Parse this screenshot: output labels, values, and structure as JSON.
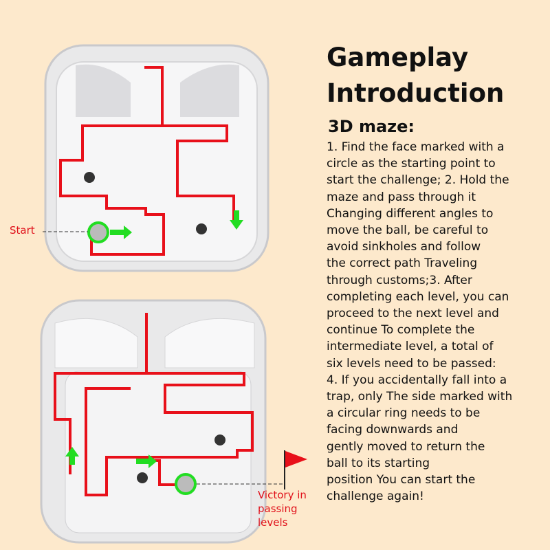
{
  "heading": {
    "line1": "Gameplay",
    "line2": "Introduction"
  },
  "subheading": "3D maze:",
  "body_lines": [
    "1. Find the face marked with a",
    "circle as the starting point to",
    "start the challenge; 2. Hold the",
    "maze and pass through it",
    "Changing different angles to",
    "move the ball, be careful to",
    "avoid sinkholes and follow",
    "the correct path Traveling",
    "through customs;3. After",
    "completing each level, you can",
    "proceed to the next level and",
    "continue To complete the",
    "intermediate level, a total of",
    "six levels need to be passed:",
    "4. If you accidentally fall into a",
    "trap, only The side marked with",
    "a circular ring needs to be",
    "facing downwards and",
    "gently moved to return the",
    "ball to its starting",
    "position You can start the",
    "challenge again!"
  ],
  "labels": {
    "start": "Start",
    "victory": [
      "Victory in",
      "passing",
      "levels"
    ]
  },
  "colors": {
    "background": "#fde9cc",
    "path": "#e8101a",
    "marker": "#22dd22",
    "text": "#111111",
    "label": "#e0101a"
  }
}
